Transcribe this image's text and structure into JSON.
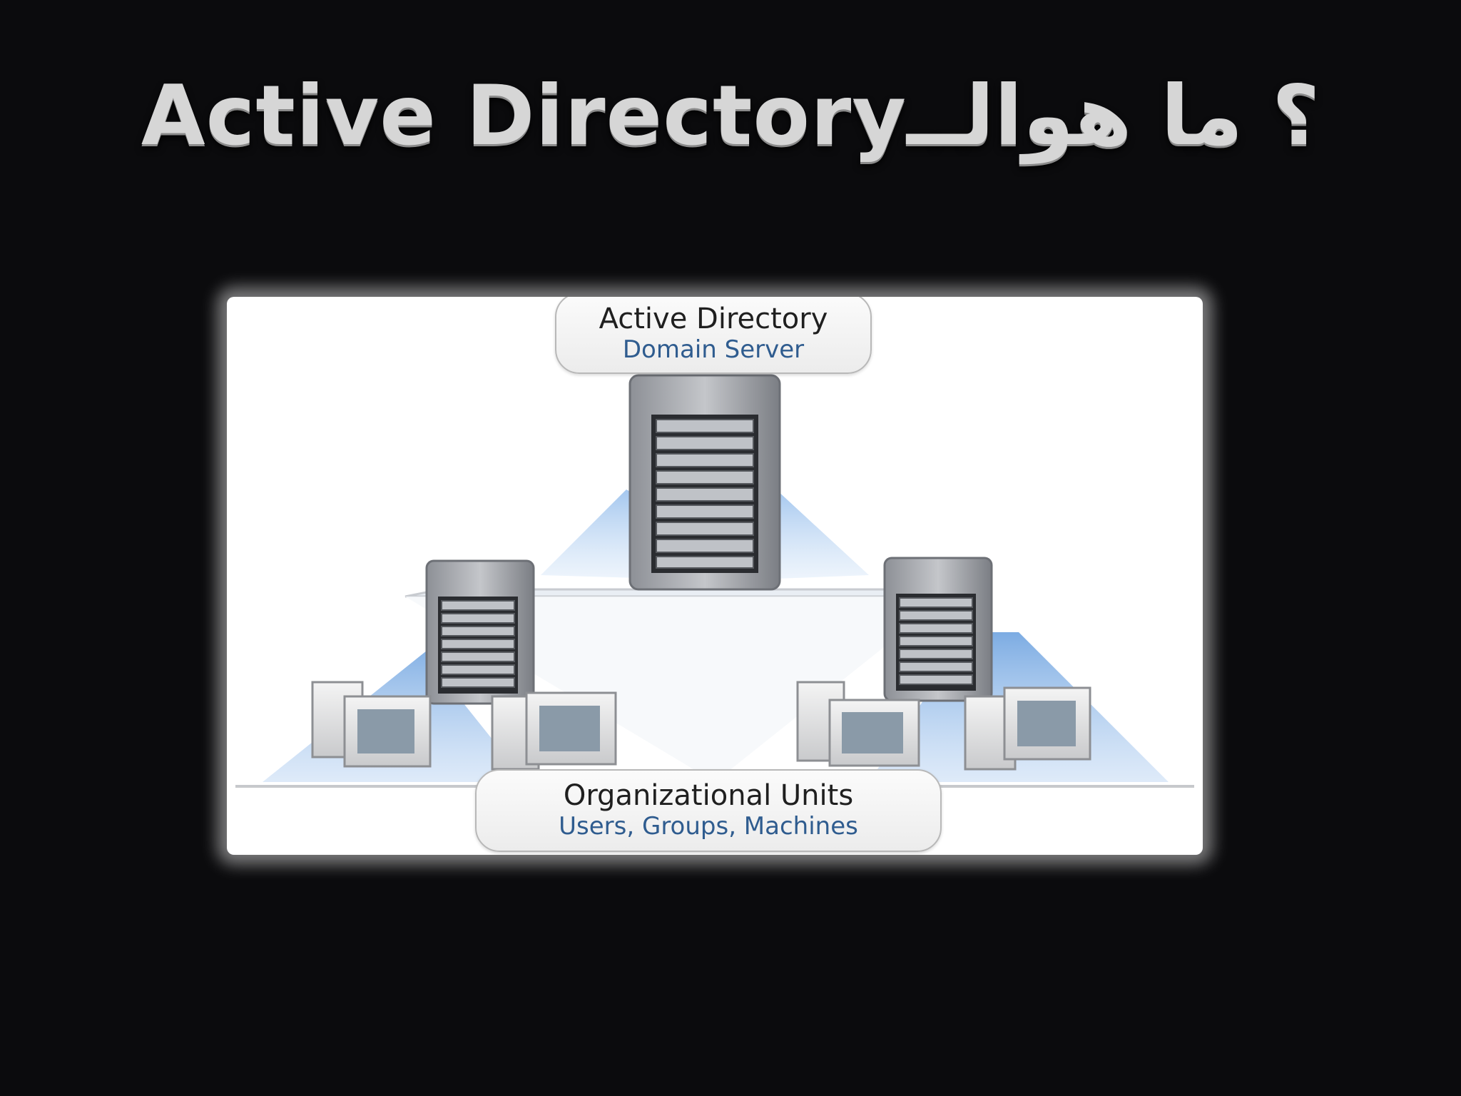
{
  "slide": {
    "title": "؟ ما هوالــActive Directory"
  },
  "diagram": {
    "top_label": {
      "title": "Active Directory",
      "subtitle": "Domain Server"
    },
    "bottom_label": {
      "title": "Organizational Units",
      "subtitle": "Users, Groups, Machines"
    },
    "colors": {
      "accent_blue": "#4f8fd6",
      "server_gray": "#9ea0a6",
      "background": "#0b0b0d"
    }
  }
}
